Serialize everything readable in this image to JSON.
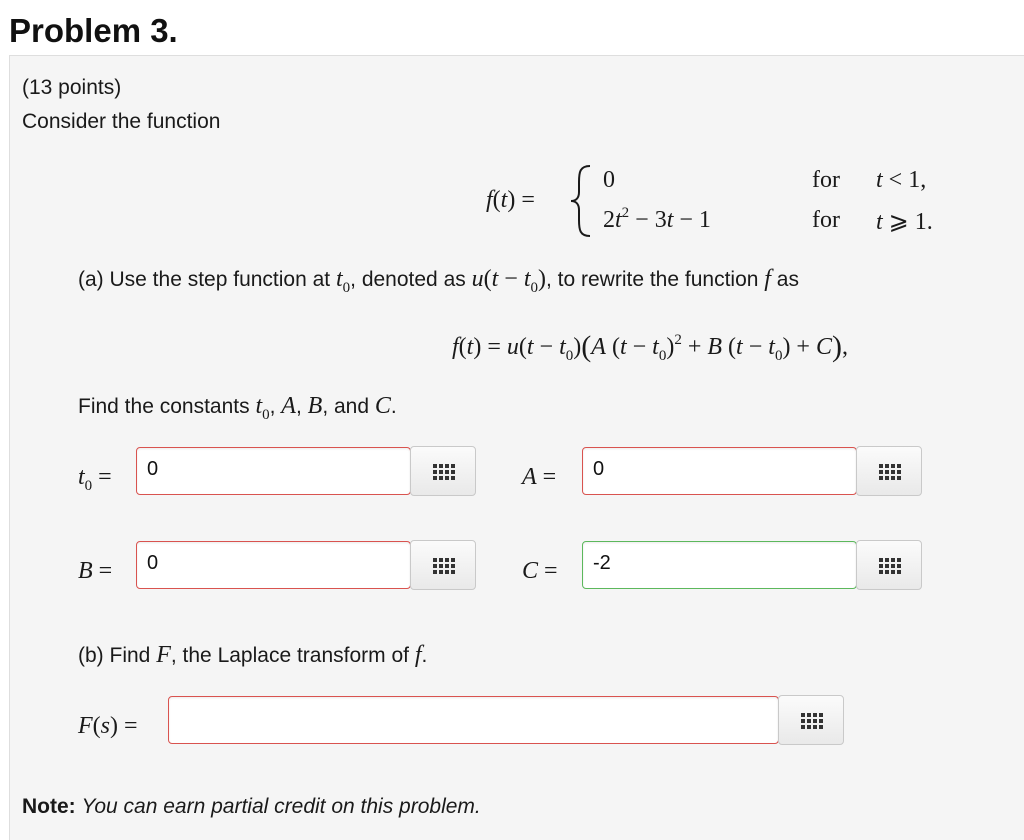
{
  "title": "Problem 3.",
  "points": "(13 points)",
  "intro": "Consider the function",
  "piecewise": {
    "lhs": "f(t) =",
    "cases": [
      {
        "expr": "0",
        "cond_word": "for",
        "cond": "t < 1,"
      },
      {
        "expr": "2t² − 3t − 1",
        "cond_word": "for",
        "cond": "t ⩾ 1."
      }
    ]
  },
  "part_a": {
    "text_1": "(a) Use the step function at",
    "text_2": ", denoted as",
    "text_3": ", to rewrite the function",
    "text_4": "as",
    "formula": "f(t) = u(t − t₀)(A (t − t₀)² + B (t − t₀) + C),",
    "find_text_1": "Find the constants",
    "find_text_2": "and"
  },
  "inputs": {
    "t0": {
      "label": "t₀ =",
      "value": "0",
      "status": "incorrect"
    },
    "A": {
      "label": "A =",
      "value": "0",
      "status": "incorrect"
    },
    "B": {
      "label": "B =",
      "value": "0",
      "status": "incorrect"
    },
    "C": {
      "label": "C =",
      "value": "-2",
      "status": "correct"
    },
    "F": {
      "label": "F(s) =",
      "value": "",
      "status": "incorrect"
    }
  },
  "part_b": {
    "text_1": "(b) Find",
    "text_2": ", the Laplace transform of"
  },
  "note": {
    "label": "Note:",
    "text": "You can earn partial credit on this problem."
  },
  "colors": {
    "incorrect_border": "#d9534f",
    "correct_border": "#5cb85c",
    "panel_bg": "#f5f5f5"
  },
  "icons": {
    "palette": "equation-palette-icon"
  }
}
